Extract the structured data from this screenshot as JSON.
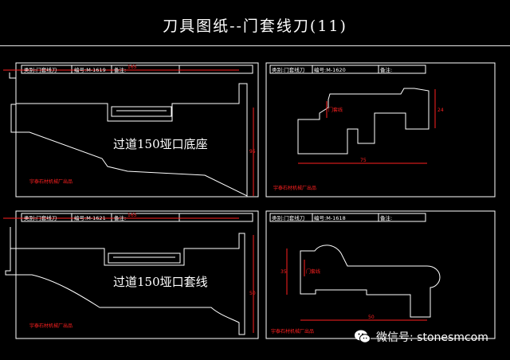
{
  "title": "刀具图纸--门套线刀(11)",
  "sheets": [
    {
      "header": {
        "type_label": "类别:",
        "type_value": "门套线刀",
        "no_label": "编号:",
        "no_value": "M-1619",
        "note_label": "备注:"
      },
      "dims": {
        "width": "165",
        "height": "95"
      },
      "caption": "过道150垭口底座",
      "footer": "宇泰石材机械厂出品"
    },
    {
      "header": {
        "type_label": "类别:",
        "type_value": "门套线刀",
        "no_label": "编号:",
        "no_value": "M-1620",
        "note_label": "备注:"
      },
      "dims": {
        "width": "75",
        "height": "24"
      },
      "tag": "门套线",
      "footer": "宇泰石材机械厂出品"
    },
    {
      "header": {
        "type_label": "类别:",
        "type_value": "门套线刀",
        "no_label": "编号:",
        "no_value": "M-1621",
        "note_label": "备注:"
      },
      "dims": {
        "width": "165",
        "height": "50"
      },
      "caption": "过道150垭口套线",
      "footer": "宇泰石材机械厂出品"
    },
    {
      "header": {
        "type_label": "类别:",
        "type_value": "门套线刀",
        "no_label": "编号:",
        "no_value": "M-1618",
        "note_label": "备注:"
      },
      "dims": {
        "width": "50",
        "height": "35"
      },
      "tag": "门套线",
      "footer": "宇泰石材机械厂出品"
    }
  ],
  "watermark": {
    "icon": "wechat-icon",
    "text": "微信号: stonesmcom"
  },
  "colors": {
    "frame": "#ffffff",
    "dimension": "#ff2020",
    "profile": "#ffffff",
    "background": "#000000"
  }
}
